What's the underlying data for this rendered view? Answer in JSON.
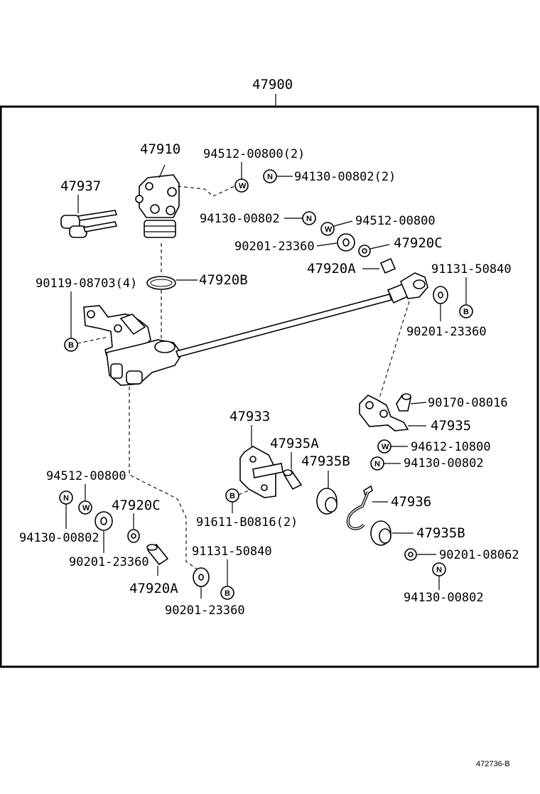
{
  "assembly": {
    "number": "47900"
  },
  "labels": {
    "p47910": "47910",
    "p47937": "47937",
    "p94512_00800_2": "94512-00800(2)",
    "p94130_00802_2": "94130-00802(2)",
    "p94130_00802_a": "94130-00802",
    "p94512_00800_a": "94512-00800",
    "p90201_23360_a": "90201-23360",
    "p47920C_a": "47920C",
    "p47920A_a": "47920A",
    "p91131_50840_a": "91131-50840",
    "p90119_08703_4": "90119-08703(4)",
    "p47920B": "47920B",
    "p90201_23360_b": "90201-23360",
    "p90170_08016": "90170-08016",
    "p47935": "47935",
    "p94612_10800": "94612-10800",
    "p94130_00802_b": "94130-00802",
    "p47933": "47933",
    "p47935A": "47935A",
    "p47935B_a": "47935B",
    "p47936": "47936",
    "p47935B_b": "47935B",
    "p90201_08062": "90201-08062",
    "p94130_00802_c": "94130-00802",
    "p94512_00800_b": "94512-00800",
    "p47920C_b": "47920C",
    "p94130_00802_d": "94130-00802",
    "p90201_23360_c": "90201-23360",
    "p91131_50840_b": "91131-50840",
    "p91611_B0816_2": "91611-B0816(2)",
    "p47920A_b": "47920A",
    "p90201_23360_d": "90201-23360"
  },
  "symbols": {
    "nut": "N",
    "washer": "W",
    "bolt": "B"
  },
  "footer": {
    "reference": "472736-B"
  }
}
